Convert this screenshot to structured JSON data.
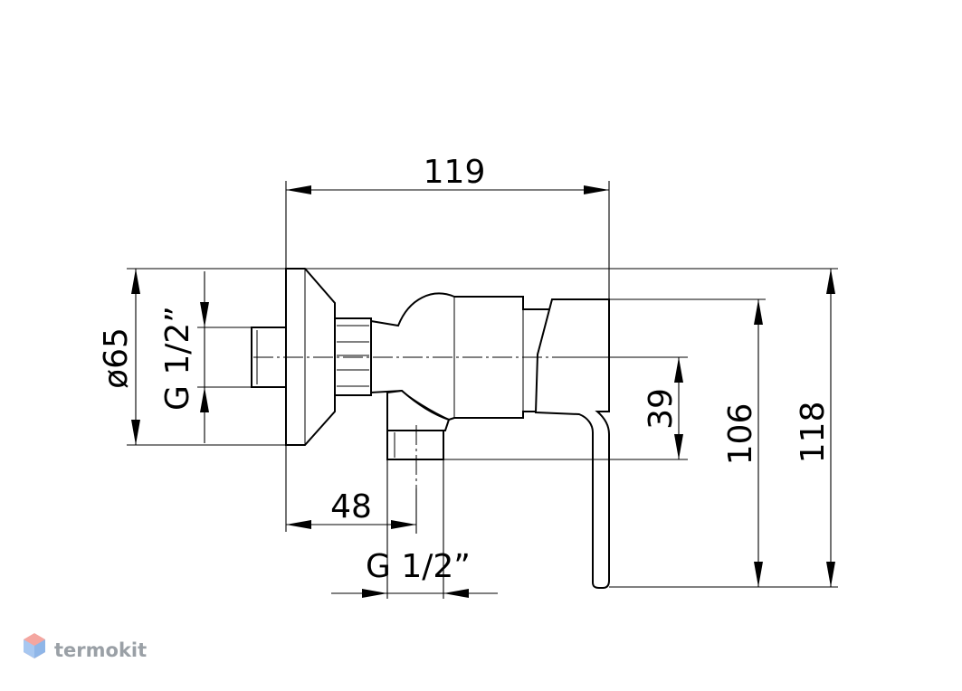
{
  "dimensions": {
    "overall_length": "119",
    "flange_diameter": "ø65",
    "inlet_thread": "G 1/2”",
    "outlet_offset": "48",
    "outlet_thread": "G 1/2”",
    "outlet_height": "39",
    "lever_height": "106",
    "total_height": "118"
  },
  "watermark": {
    "brand": "termokit"
  },
  "colors": {
    "line": "#000000",
    "watermark": "#9aa0a6"
  }
}
